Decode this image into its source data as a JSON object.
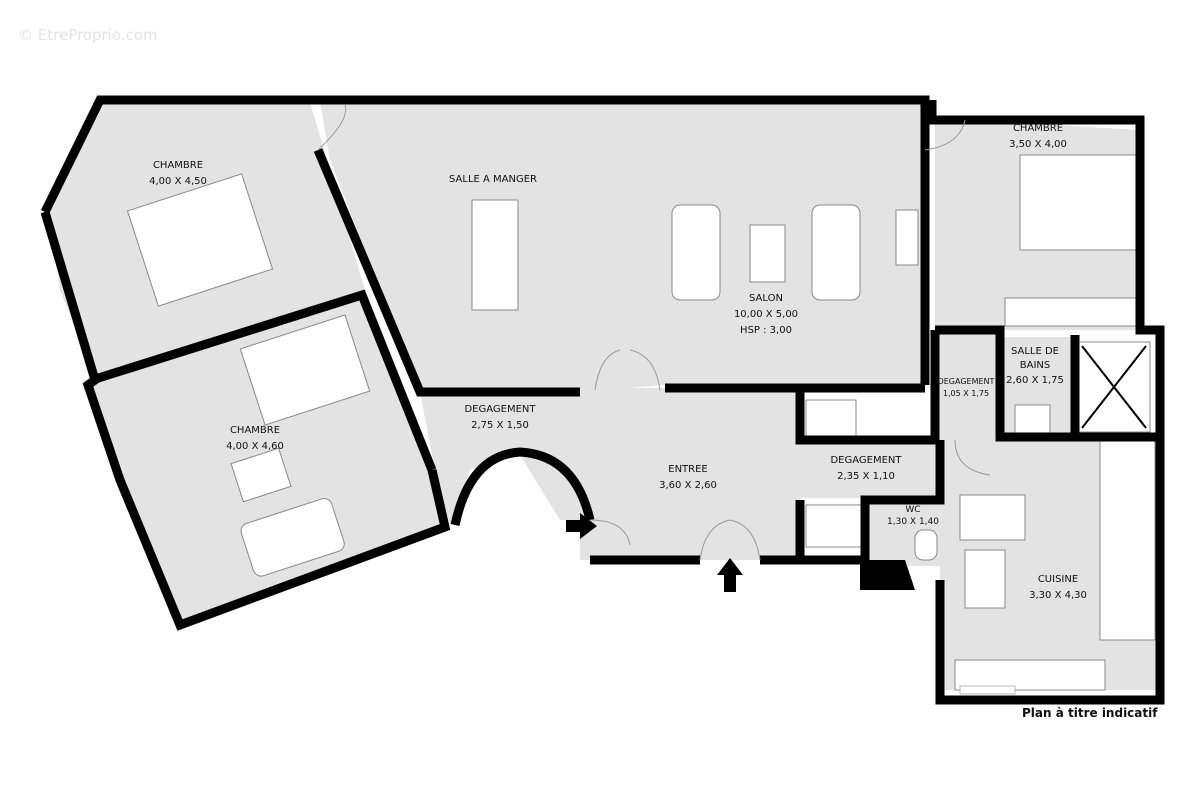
{
  "watermark": "© EtreProprio.com",
  "footer_note": "Plan à titre indicatif",
  "rooms": [
    {
      "name": "CHAMBRE",
      "size": "4,00 X 4,50"
    },
    {
      "name": "SALLE A MANGER",
      "size": ""
    },
    {
      "name": "SALON",
      "size": "10,00 X 5,00",
      "extra": "HSP : 3,00"
    },
    {
      "name": "CHAMBRE",
      "size": "3,50 X 4,00"
    },
    {
      "name": "CHAMBRE",
      "size": "4,00 X 4,60"
    },
    {
      "name": "DEGAGEMENT",
      "size": "2,75 X 1,50"
    },
    {
      "name": "ENTREE",
      "size": "3,60 X 2,60"
    },
    {
      "name": "DEGAGEMENT",
      "size": "1,05 X 1,75"
    },
    {
      "name": "SALLE DE",
      "name2": "BAINS",
      "size": "2,60 X 1,75"
    },
    {
      "name": "DEGAGEMENT",
      "size": "2,35 X 1,10"
    },
    {
      "name": "WC",
      "size": "1,30 X 1,40"
    },
    {
      "name": "CUISINE",
      "size": "3,30 X 4,30"
    }
  ],
  "colors": {
    "floor": "#e3e3e3",
    "wall": "#000000"
  }
}
